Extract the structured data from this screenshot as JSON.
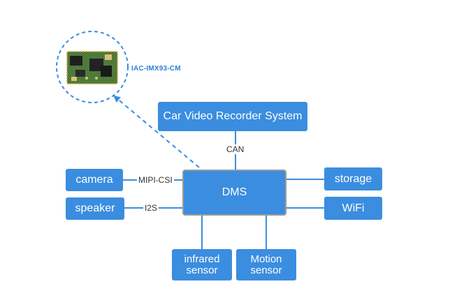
{
  "module": {
    "label": "IAC-IMX93-CM"
  },
  "nodes": {
    "cvr": "Car Video Recorder System",
    "dms": "DMS",
    "camera": "camera",
    "speaker": "speaker",
    "storage": "storage",
    "wifi": "WiFi",
    "infrared_line1": "infrared",
    "infrared_line2": "sensor",
    "motion_line1": "Motion",
    "motion_line2": "sensor"
  },
  "links": {
    "can": "CAN",
    "mipi": "MIPI-CSI",
    "i2s": "I2S"
  },
  "colors": {
    "box": "#3b8de0",
    "dms_border": "#9a9a9a",
    "wire": "#3b8de0",
    "dash": "#3b8de0",
    "pcb": "#4e7a3a"
  }
}
